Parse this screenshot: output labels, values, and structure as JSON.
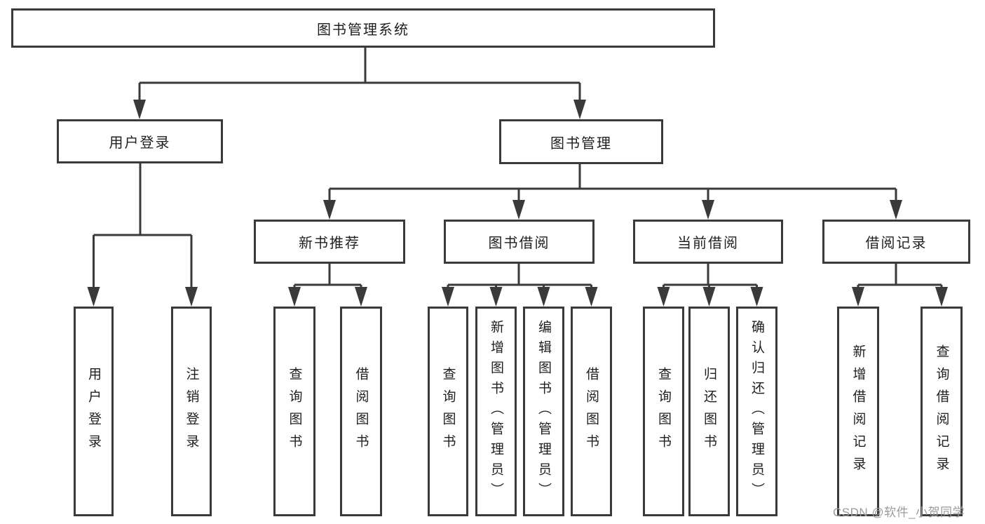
{
  "tree": {
    "root": "图书管理系统",
    "level2": [
      {
        "label": "用户登录",
        "children": [
          "用户登录",
          "注销登录"
        ]
      },
      {
        "label": "图书管理"
      }
    ],
    "level3": [
      {
        "label": "新书推荐",
        "children": [
          "查询图书",
          "借阅图书"
        ]
      },
      {
        "label": "图书借阅",
        "children": [
          "查询图书",
          "新增图书（管理员）",
          "编辑图书（管理员）",
          "借阅图书"
        ]
      },
      {
        "label": "当前借阅",
        "children": [
          "查询图书",
          "归还图书",
          "确认归还（管理员）"
        ]
      },
      {
        "label": "借阅记录",
        "children": [
          "新增借阅记录",
          "查询借阅记录"
        ]
      }
    ]
  },
  "watermark": "CSDN @软件_小贺同学",
  "colors": {
    "line": "#3a3a3a",
    "box_border": "#3a3a3a",
    "box_background": "#ffffff",
    "text": "#1f1f1f",
    "watermark": "#9b9b9b",
    "background": "#ffffff"
  }
}
